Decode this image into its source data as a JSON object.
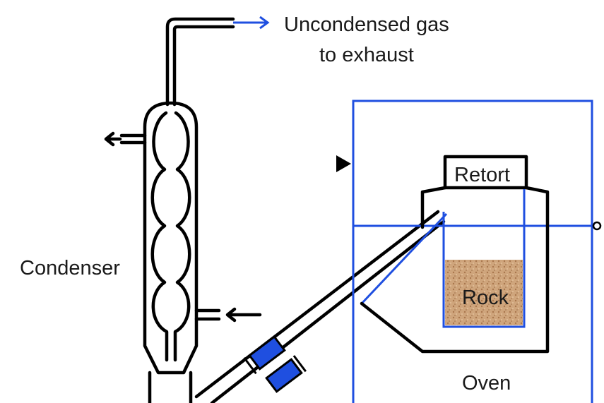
{
  "labels": {
    "gas_line1": "Uncondensed gas",
    "gas_line2": "to exhaust",
    "condenser": "Condenser",
    "retort": "Retort",
    "rock": "Rock",
    "oven": "Oven"
  },
  "colors": {
    "accent_blue": "#1f4fe0",
    "rock_fill": "#c9a27a",
    "outline": "#000000"
  },
  "icons": [
    "exhaust-arrow-icon",
    "water-out-arrow-icon",
    "water-in-arrow-icon",
    "pointer-triangle-icon",
    "connector-dot-icon"
  ]
}
